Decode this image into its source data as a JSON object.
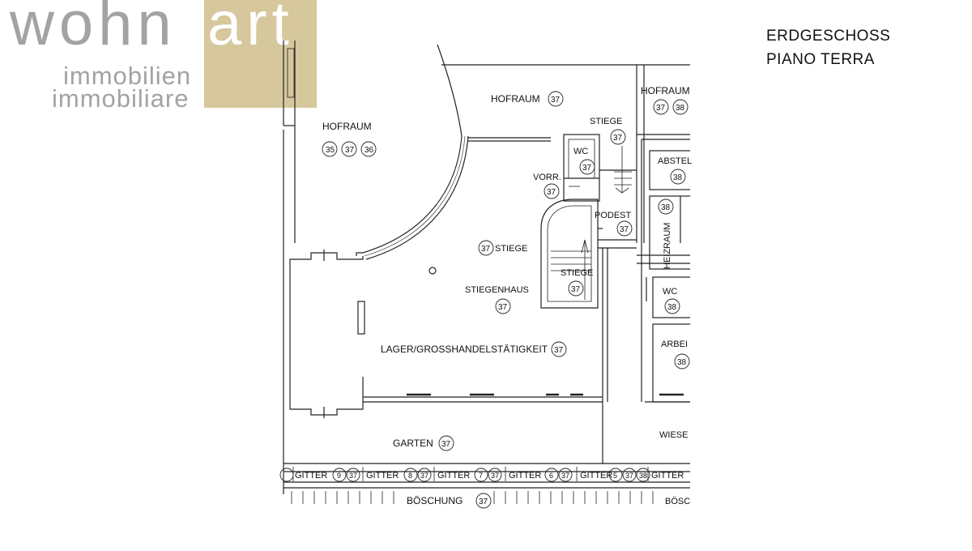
{
  "branding": {
    "logo_word_gray": "wohn",
    "logo_word_white": "art",
    "logo_line1": "immobilien",
    "logo_line2": "immobiliare",
    "logo_text_color": "#a3a3a3",
    "logo_box_color": "#d6c79d"
  },
  "floor_title": {
    "line1": "ERDGESCHOSS",
    "line2": "PIANO TERRA"
  },
  "rooms": {
    "hofraum_left": "HOFRAUM",
    "hofraum_left_nums": [
      "35",
      "37",
      "36"
    ],
    "hofraum_top": "HOFRAUM",
    "hofraum_top_num": "37",
    "hofraum_right": "HOFRAUM",
    "hofraum_right_nums": [
      "37",
      "38"
    ],
    "stiege_top": "STIEGE",
    "stiege_top_num": "37",
    "wc_small": "WC",
    "wc_small_num": "37",
    "vorr": "VORR.",
    "vorr_num": "37",
    "podest": "PODEST",
    "podest_num": "37",
    "stiege_mid": "STIEGE",
    "stiege_mid_num": "37",
    "stiege_low": "STIEGE",
    "stiege_low_num": "37",
    "stiegenhaus": "STIEGENHAUS",
    "stiegenhaus_num": "37",
    "lager": "LAGER/GROSSHANDELSTÄTIGKEIT",
    "lager_num": "37",
    "abstell": "ABSTEL",
    "abstell_num": "38",
    "heizraum": "HEIZRAUM",
    "heizraum_num": "38",
    "wc_right": "WC",
    "wc_right_num": "38",
    "arbeit": "ARBEI",
    "arbeit_num": "38",
    "garten": "GARTEN",
    "garten_num": "37",
    "wiese": "WIESE",
    "boeschung": "BÖSCHUNG",
    "boeschung_num": "37",
    "boeschung_right": "BÖSC"
  },
  "gitter_row": {
    "label": "GITTER",
    "items": [
      {
        "num": "9",
        "num2": "37"
      },
      {
        "num": "8",
        "num2": "37"
      },
      {
        "num": "7",
        "num2": "37"
      },
      {
        "num": "6",
        "num2": "37"
      },
      {
        "num": "5",
        "num2": "37",
        "num3": "38"
      }
    ]
  }
}
